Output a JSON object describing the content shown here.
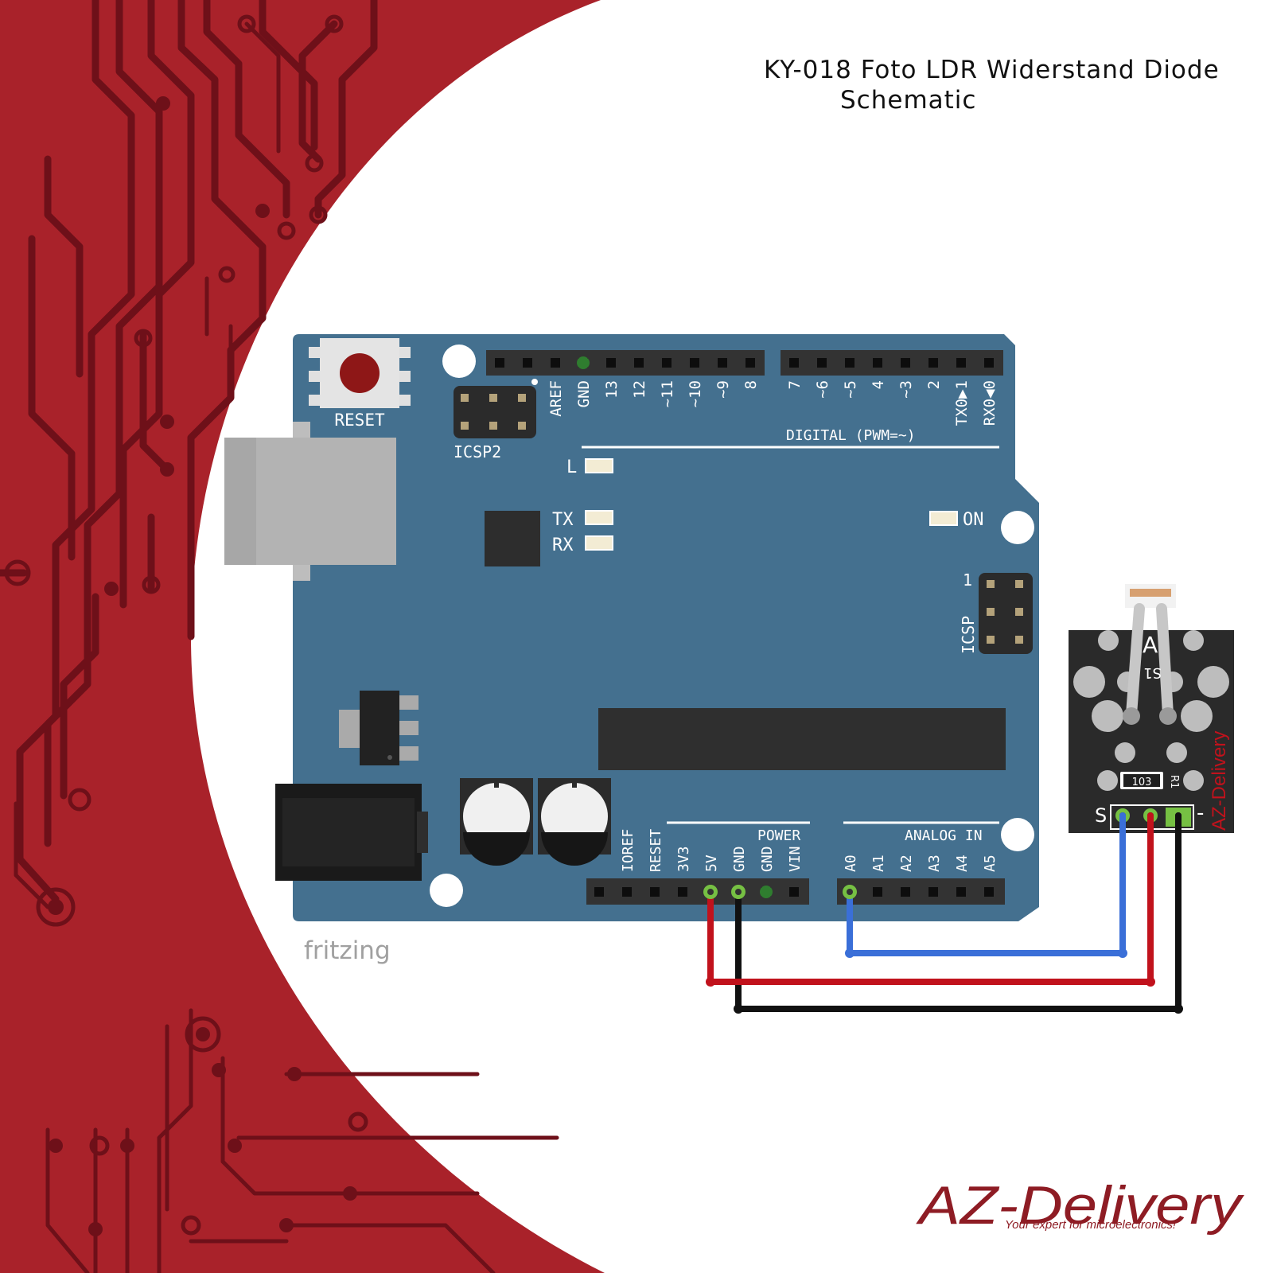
{
  "title": {
    "line1": "KY-018 Foto LDR Widerstand Diode",
    "line2": "Schematic"
  },
  "colors": {
    "background_red": "#a9222a",
    "trace_dark": "#6e1019",
    "board_blue": "#44708f",
    "header_dark": "#333333",
    "wire_red": "#c1121c",
    "wire_black": "#111111",
    "wire_blue": "#3a6fd8",
    "module_black": "#2a2a2a",
    "brand_red": "#8e1c24"
  },
  "arduino": {
    "reset_label": "RESET",
    "icsp2_label": "ICSP2",
    "icsp_label": "ICSP",
    "icsp_pin1": "1",
    "led_l": "L",
    "led_tx": "TX",
    "led_rx": "RX",
    "led_on": "ON",
    "digital_label": "DIGITAL (PWM=~)",
    "digital_pins": [
      "AREF",
      "GND",
      "13",
      "12",
      "~11",
      "~10",
      "~9",
      "8",
      "7",
      "~6",
      "~5",
      "4",
      "~3",
      "2",
      "TX0▶1",
      "RX0◀0"
    ],
    "power_label": "POWER",
    "power_pins": [
      "IOREF",
      "RESET",
      "3V3",
      "5V",
      "GND",
      "GND",
      "VIN"
    ],
    "analog_label": "ANALOG IN",
    "analog_pins": [
      "A0",
      "A1",
      "A2",
      "A3",
      "A4",
      "A5"
    ]
  },
  "sensor": {
    "label_a": "A",
    "label_s1": "S1",
    "resistor_value": "103",
    "resistor_ref": "R1",
    "pin_s": "S",
    "pin_minus": "-",
    "vertical_brand": "AZ-Delivery"
  },
  "wires": [
    {
      "from": "5V",
      "to": "middle pin",
      "color": "red"
    },
    {
      "from": "GND",
      "to": "-",
      "color": "black"
    },
    {
      "from": "A0",
      "to": "S",
      "color": "blue"
    }
  ],
  "watermark": "fritzing",
  "brand": {
    "name": "AZ-Delivery",
    "tagline": "Your expert for microelectronics!"
  }
}
